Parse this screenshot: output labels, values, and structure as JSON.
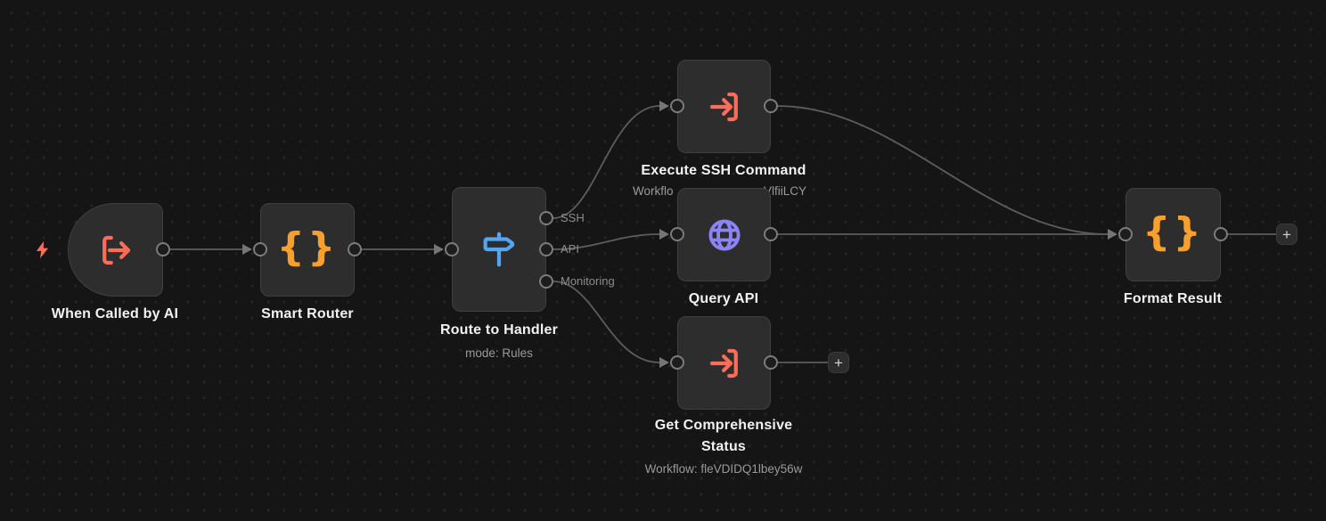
{
  "canvas": {
    "background": "#151515",
    "dot_color": "#262626",
    "wire_color": "#5d5d5d"
  },
  "trigger_indicator": {
    "icon": "lightning-bolt-icon",
    "color": "#FF6D5A"
  },
  "nodes": [
    {
      "title": "When Called by AI",
      "icon": "log-out-icon",
      "icon_color": "#FF6D5A",
      "type": "trigger"
    },
    {
      "title": "Smart Router",
      "icon": "curly-braces-icon",
      "icon_glyph": "{}",
      "icon_color": "#F8A02E"
    },
    {
      "title": "Route to Handler",
      "subtitle": "mode: Rules",
      "icon": "signpost-icon",
      "icon_color": "#55A6F2",
      "outputs": [
        "SSH",
        "API",
        "Monitoring"
      ]
    },
    {
      "title": "Execute SSH Command",
      "icon": "log-in-icon",
      "icon_color": "#FF6D5A",
      "subtitle_visible_start": "Workflo",
      "subtitle_visible_end": "VlfiiLCY"
    },
    {
      "title": "Query API",
      "icon": "globe-icon",
      "icon_color": "#8C84F4"
    },
    {
      "title": "Get Comprehensive Status",
      "icon": "log-in-icon",
      "icon_color": "#FF6D5A",
      "subtitle": "Workflow: fleVDIDQ1lbey56w"
    },
    {
      "title": "Format Result",
      "icon": "curly-braces-icon",
      "icon_glyph": "{}",
      "icon_color": "#F8A02E"
    }
  ],
  "add_buttons": [
    {
      "label": "+"
    },
    {
      "label": "+"
    }
  ]
}
